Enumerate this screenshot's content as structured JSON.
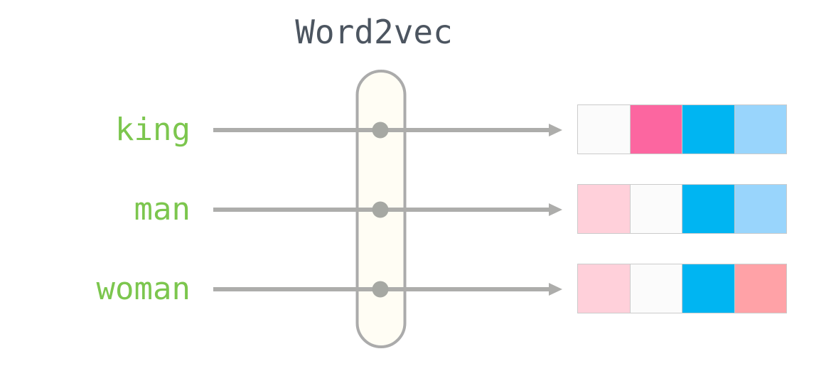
{
  "title": "Word2vec",
  "colors": {
    "title_text": "#4C5560",
    "word_text": "#7CC64E",
    "arrow": "#ADADAB",
    "dot": "#A6A8A3",
    "pill_fill": "#FFFDF4",
    "pill_border": "#ABABAB",
    "cell_border": "#CBCBCB"
  },
  "palette": {
    "near_white": "#FBFBFB",
    "hot_pink": "#FC66A0",
    "cyan_blue": "#00B5F2",
    "light_blue": "#99D5FC",
    "light_pink": "#FFD0DA",
    "salmon": "#FFA2A7"
  },
  "rows": [
    {
      "word": "king",
      "vector": [
        "near_white",
        "hot_pink",
        "cyan_blue",
        "light_blue"
      ]
    },
    {
      "word": "man",
      "vector": [
        "light_pink",
        "near_white",
        "cyan_blue",
        "light_blue"
      ]
    },
    {
      "word": "woman",
      "vector": [
        "light_pink",
        "near_white",
        "cyan_blue",
        "salmon"
      ]
    }
  ]
}
